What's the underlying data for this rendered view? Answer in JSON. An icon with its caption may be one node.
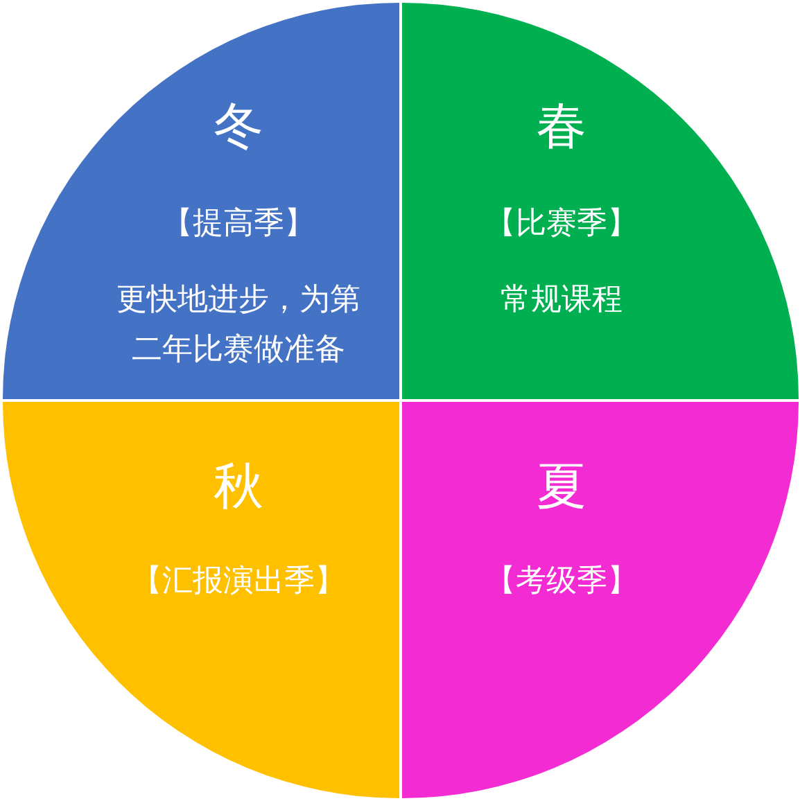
{
  "diagram": {
    "nodes": [
      {
        "text": [
          "冬",
          "【提高季】",
          "更快地进步，为第二年比赛做准备"
        ]
      },
      {
        "text": [
          "春",
          "【比赛季】",
          "常规课程"
        ]
      },
      {
        "text": [
          "秋",
          "【汇报演出季】"
        ]
      },
      {
        "text": [
          "夏",
          "【考级季】"
        ]
      }
    ],
    "edges": []
  }
}
